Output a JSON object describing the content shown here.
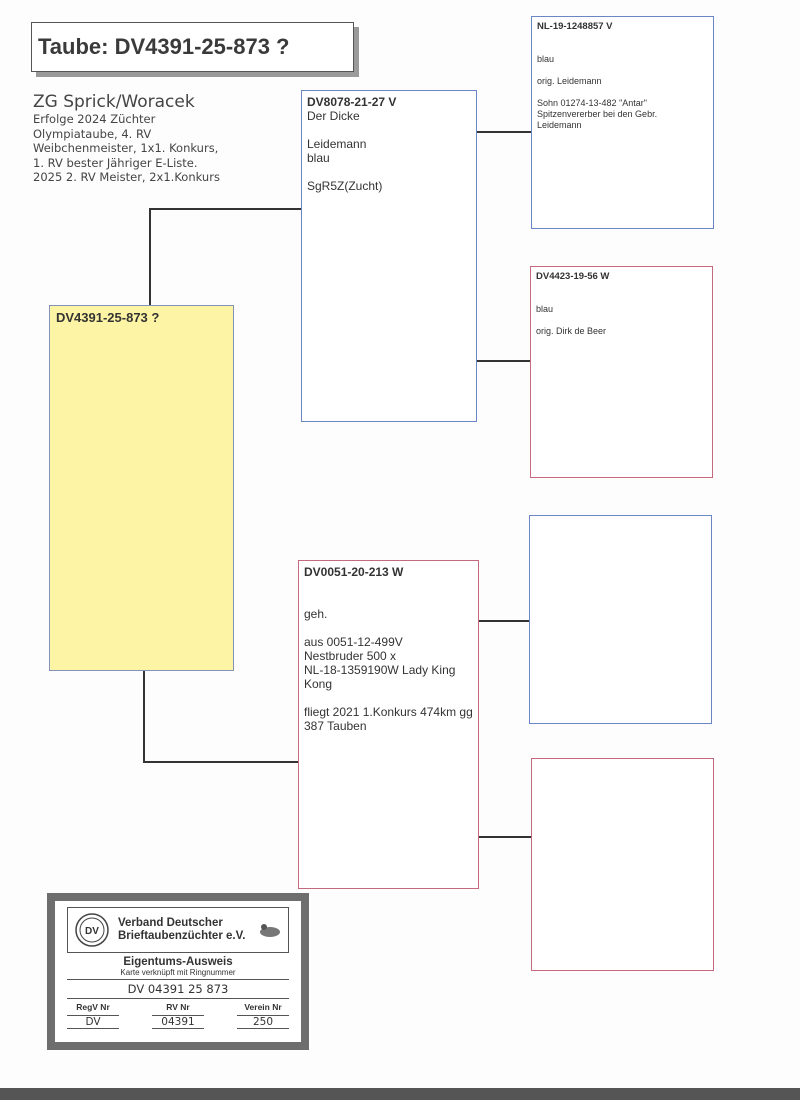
{
  "title": "Taube: DV4391-25-873 ?",
  "breeder": {
    "name": "ZG Sprick/Woracek",
    "lines": [
      "Erfolge 2024 Züchter",
      "Olympiataube, 4. RV",
      "Weibchenmeister, 1x1. Konkurs,",
      "1. RV bester Jähriger E-Liste.",
      "2025 2. RV Meister, 2x1.Konkurs"
    ]
  },
  "pigeon": {
    "ring": "DV4391-25-873 ?"
  },
  "sire": {
    "ring": "DV8078-21-27 V",
    "lines": [
      "Der Dicke",
      "",
      "Leidemann",
      "blau",
      "",
      "SgR5Z(Zucht)"
    ]
  },
  "dam": {
    "ring": "DV0051-20-213 W",
    "lines": [
      "",
      "",
      "geh.",
      "",
      "aus 0051-12-499V",
      "Nestbruder 500 x",
      "NL-18-1359190W Lady King Kong",
      "",
      "fliegt 2021 1.Konkurs 474km gg 387 Tauben"
    ]
  },
  "sire_sire": {
    "ring": "NL-19-1248857 V",
    "lines": [
      "",
      "",
      "blau",
      "",
      "orig. Leidemann",
      "",
      "Sohn 01274-13-482 \"Antar\"",
      "Spitzenvererber bei den Gebr.",
      "Leidemann"
    ]
  },
  "sire_dam": {
    "ring": "DV4423-19-56 W",
    "lines": [
      "",
      "",
      "blau",
      "",
      "orig. Dirk de Beer"
    ]
  },
  "card": {
    "org_line1": "Verband Deutscher",
    "org_line2": "Brieftaubenzüchter e.V.",
    "heading": "Eigentums-Ausweis",
    "subheading": "Karte verknüpft mit Ringnummer",
    "ring": "DV 04391 25 873",
    "labels": [
      "RegV Nr",
      "RV Nr",
      "Verein Nr"
    ],
    "values": [
      "DV",
      "04391",
      "250"
    ]
  }
}
